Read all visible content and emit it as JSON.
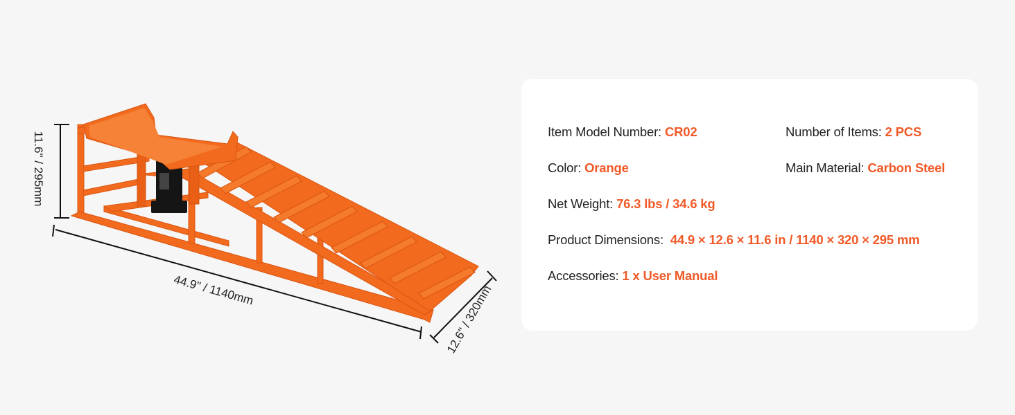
{
  "dimensions": {
    "height": "11.6\" / 295mm",
    "length": "44.9\" / 1140mm",
    "width": "12.6\" / 320mm"
  },
  "specs": [
    {
      "label": "Item Model Number: ",
      "value": "CR02"
    },
    {
      "label": "Number of Items: ",
      "value": "2 PCS"
    },
    {
      "label": "Color: ",
      "value": "Orange"
    },
    {
      "label": "Main Material: ",
      "value": "Carbon Steel"
    },
    {
      "label": "Net Weight: ",
      "value": "76.3 lbs / 34.6 kg"
    },
    {
      "label": "Product Dimensions:  ",
      "value": "44.9 × 12.6 × 11.6 in / 1140 × 320 × 295 mm"
    },
    {
      "label": "Accessories: ",
      "value": "1 x User Manual"
    }
  ],
  "colors": {
    "accent": "#f05a28",
    "product": "#f26a1e",
    "background": "#f6f6f6"
  }
}
